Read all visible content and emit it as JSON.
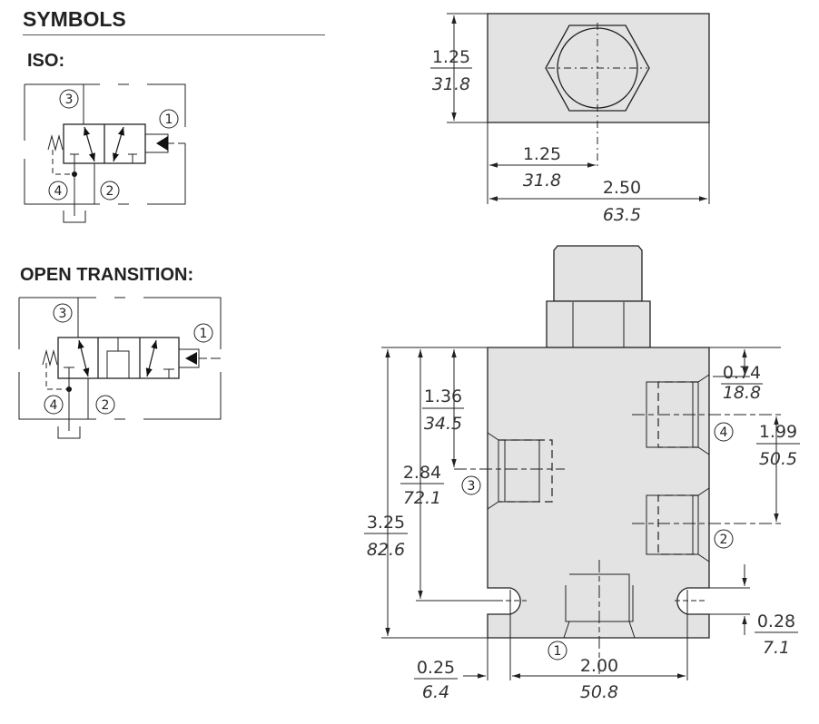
{
  "headings": {
    "symbols": "SYMBOLS",
    "iso": "ISO:",
    "open_transition": "OPEN TRANSITION:"
  },
  "ports": {
    "p1": "1",
    "p2": "2",
    "p3": "3",
    "p4": "4"
  },
  "dimensions": {
    "top_height": {
      "in": "1.25",
      "mm": "31.8"
    },
    "top_center": {
      "in": "1.25",
      "mm": "31.8"
    },
    "top_width": {
      "in": "2.50",
      "mm": "63.5"
    },
    "port3_from_top": {
      "in": "1.36",
      "mm": "34.5"
    },
    "hole_from_top": {
      "in": "2.84",
      "mm": "72.1"
    },
    "overall_height": {
      "in": "3.25",
      "mm": "82.6"
    },
    "port4_from_top": {
      "in": "0.74",
      "mm": "18.8"
    },
    "port4_to_port2": {
      "in": "1.99",
      "mm": "50.5"
    },
    "hole_from_bottom": {
      "in": "0.28",
      "mm": "7.1"
    },
    "hole_from_side": {
      "in": "0.25",
      "mm": "6.4"
    },
    "hole_spacing": {
      "in": "2.00",
      "mm": "50.8"
    }
  },
  "colors": {
    "body": "#e3e3e3",
    "line": "#222222"
  }
}
